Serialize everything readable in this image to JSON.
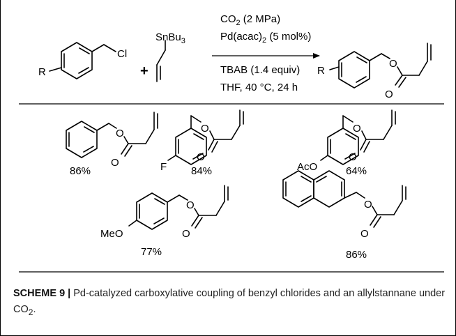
{
  "conditions": {
    "line1": "CO",
    "line1_sub": "2",
    "line1_rest": " (2 MPa)",
    "line2": "Pd(acac)",
    "line2_sub": "2",
    "line2_rest": " (5 mol%)",
    "line3": "TBAB (1.4 equiv)",
    "line4": "THF, 40 °C, 24 h"
  },
  "reagent": {
    "r_group": "R",
    "leaving_group": "Cl",
    "plus_sign": "+",
    "stannane": "SnBu",
    "stannane_sub": "3"
  },
  "product": {
    "r_group": "R",
    "oxygen": "O"
  },
  "examples": [
    {
      "yield": "86%"
    },
    {
      "yield": "84%",
      "substituent": "F"
    },
    {
      "yield": "64%",
      "substituent": "AcO"
    },
    {
      "yield": "77%",
      "substituent": "MeO"
    },
    {
      "yield": "86%"
    }
  ],
  "caption": {
    "label": "SCHEME 9 |",
    "text": " Pd-catalyzed carboxylative coupling of benzyl chlorides and an allylstannane under CO",
    "text_sub": "2",
    "text_end": "."
  }
}
